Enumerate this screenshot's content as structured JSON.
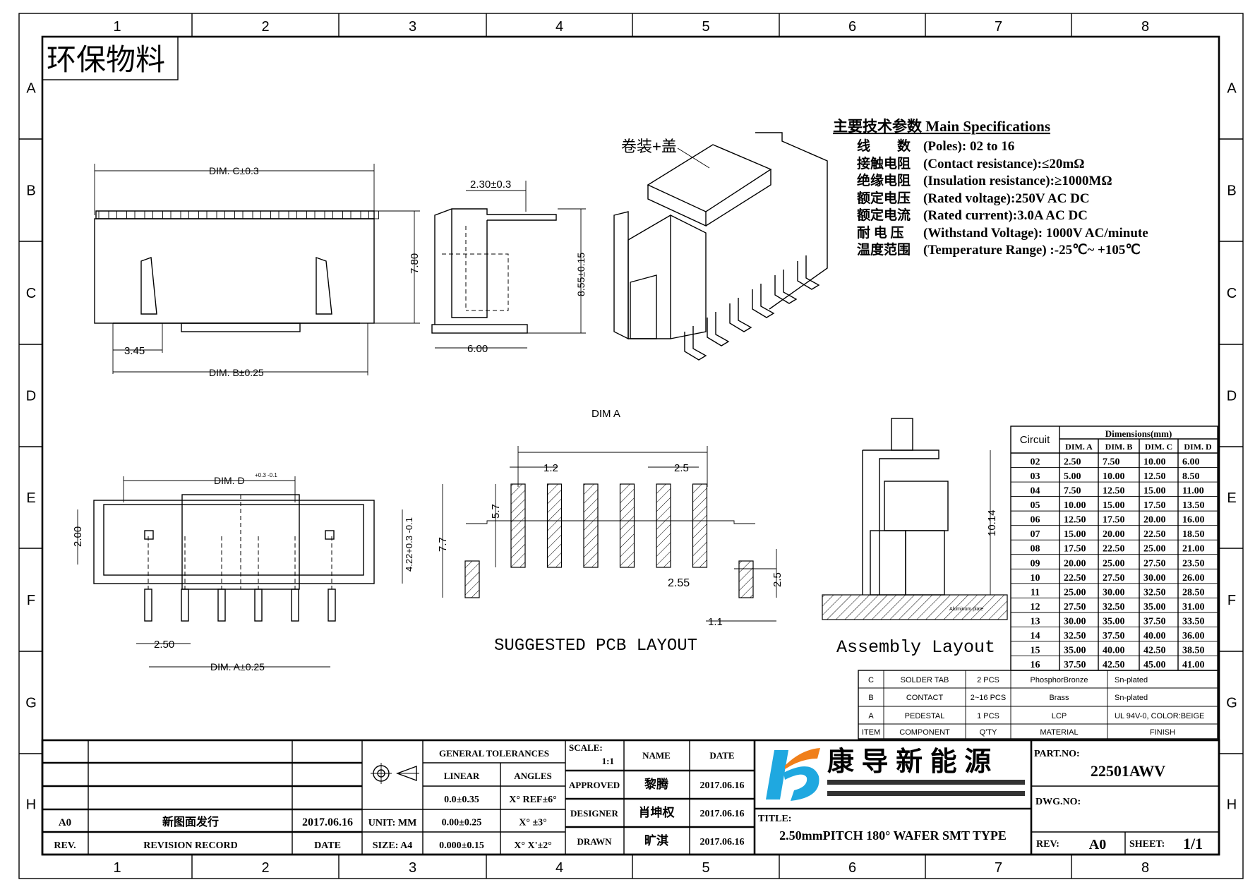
{
  "frame": {
    "columns": [
      "1",
      "2",
      "3",
      "4",
      "5",
      "6",
      "7",
      "8"
    ],
    "rows": [
      "A",
      "B",
      "C",
      "D",
      "E",
      "F",
      "G",
      "H"
    ]
  },
  "eco_label": "环保物料",
  "specs": {
    "title": "主要技术参数 Main Specifications",
    "lines": [
      {
        "cn": "线　　数",
        "en": "(Poles): 02 to 16"
      },
      {
        "cn": "接触电阻",
        "en": "(Contact resistance):≤20mΩ"
      },
      {
        "cn": "绝缘电阻",
        "en": "(Insulation resistance):≥1000MΩ"
      },
      {
        "cn": "额定电压",
        "en": "(Rated voltage):250V AC DC"
      },
      {
        "cn": "额定电流",
        "en": "(Rated current):3.0A AC DC"
      },
      {
        "cn": "耐 电 压",
        "en": "(Withstand Voltage): 1000V AC/minute"
      },
      {
        "cn": "温度范围",
        "en": "(Temperature Range) :-25℃~ +105℃"
      }
    ]
  },
  "labels": {
    "dim_c": "DIM. C±0.3",
    "h780": "7.80",
    "d345": "3.45",
    "dim_b": "DIM. B±0.25",
    "d230": "2.30±0.3",
    "d855": "8.55±0.15",
    "d600": "6.00",
    "reel": "卷装+盖",
    "dim_d": "DIM. D",
    "dim_d_tol": "+0.3 -0.1",
    "d200": "2.00",
    "d422": "4.22+0.3 -0.1",
    "d250": "2.50",
    "dim_a": "DIM. A±0.25",
    "pcb_dim_a": "DIM  A",
    "p12": "1.2",
    "p25": "2.5",
    "p57": "5.7",
    "p77": "7.7",
    "p255": "2.55",
    "p25b": "2.5",
    "p11": "1.1",
    "pcb_title": "SUGGESTED PCB LAYOUT",
    "a1014": "10.14",
    "alu": "Aluminum plate",
    "asm_title": "Assembly Layout"
  },
  "dim_table": {
    "circuit_header": "Circuit",
    "group_header": "Dimensions(mm)",
    "columns": [
      "DIM. A",
      "DIM. B",
      "DIM. C",
      "DIM. D"
    ],
    "rows": [
      [
        "02",
        "2.50",
        "7.50",
        "10.00",
        "6.00"
      ],
      [
        "03",
        "5.00",
        "10.00",
        "12.50",
        "8.50"
      ],
      [
        "04",
        "7.50",
        "12.50",
        "15.00",
        "11.00"
      ],
      [
        "05",
        "10.00",
        "15.00",
        "17.50",
        "13.50"
      ],
      [
        "06",
        "12.50",
        "17.50",
        "20.00",
        "16.00"
      ],
      [
        "07",
        "15.00",
        "20.00",
        "22.50",
        "18.50"
      ],
      [
        "08",
        "17.50",
        "22.50",
        "25.00",
        "21.00"
      ],
      [
        "09",
        "20.00",
        "25.00",
        "27.50",
        "23.50"
      ],
      [
        "10",
        "22.50",
        "27.50",
        "30.00",
        "26.00"
      ],
      [
        "11",
        "25.00",
        "30.00",
        "32.50",
        "28.50"
      ],
      [
        "12",
        "27.50",
        "32.50",
        "35.00",
        "31.00"
      ],
      [
        "13",
        "30.00",
        "35.00",
        "37.50",
        "33.50"
      ],
      [
        "14",
        "32.50",
        "37.50",
        "40.00",
        "36.00"
      ],
      [
        "15",
        "35.00",
        "40.00",
        "42.50",
        "38.50"
      ],
      [
        "16",
        "37.50",
        "42.50",
        "45.00",
        "41.00"
      ]
    ]
  },
  "bom": {
    "rows": [
      [
        "C",
        "SOLDER TAB",
        "2 PCS",
        "PhosphorBronze",
        "Sn-plated"
      ],
      [
        "B",
        "CONTACT",
        "2~16 PCS",
        "Brass",
        "Sn-plated"
      ],
      [
        "A",
        "PEDESTAL",
        "1 PCS",
        "LCP",
        "UL 94V-0, COLOR:BEIGE"
      ]
    ],
    "header": [
      "ITEM",
      "COMPONENT",
      "Q'TY",
      "MATERIAL",
      "FINISH"
    ]
  },
  "title_block": {
    "rev_row": {
      "rev": "A0",
      "record": "新图面发行",
      "date": "2017.06.16"
    },
    "rev_header": {
      "rev": "REV.",
      "record": "REVISION RECORD",
      "date": "DATE"
    },
    "unit": "UNIT: MM",
    "size": "SIZE: A4",
    "general_tolerances": "GENERAL TOLERANCES",
    "linear": "LINEAR",
    "angles": "ANGLES",
    "tol_linear": [
      "0.0±0.35",
      "0.00±0.25",
      "0.000±0.15"
    ],
    "tol_angles": [
      "X° REF±6°",
      "X° ±3°",
      "X° X'±2°"
    ],
    "scale_label": "SCALE:",
    "scale": "1:1",
    "name_header": "NAME",
    "date_header": "DATE",
    "approved": {
      "role": "APPROVED",
      "name": "黎腾",
      "date": "2017.06.16"
    },
    "designer": {
      "role": "DESIGNER",
      "name": "肖坤权",
      "date": "2017.06.16"
    },
    "drawn": {
      "role": "DRAWN",
      "name": "旷淇",
      "date": "2017.06.16"
    },
    "company": "康 导 新 能 源",
    "title_label": "TITLE:",
    "title": "2.50mmPITCH 180° WAFER SMT TYPE",
    "part_no_label": "PART.NO:",
    "part_no": "22501AWV",
    "dwg_no_label": "DWG.NO:",
    "rev_label": "REV:",
    "rev": "A0",
    "sheet_label": "SHEET:",
    "sheet": "1/1"
  },
  "colors": {
    "logo_blue": "#1fa8e0",
    "logo_orange": "#f07f1a"
  }
}
